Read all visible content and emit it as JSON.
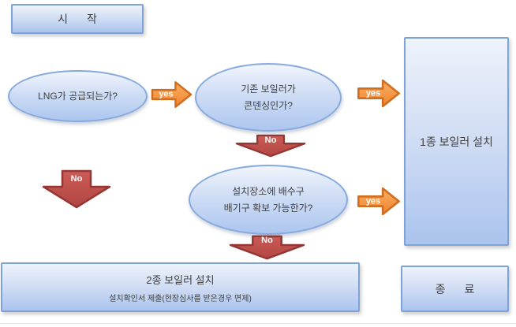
{
  "nodes": {
    "start": {
      "label": "시 작"
    },
    "lng_question": {
      "label": "LNG가 공급되는가?"
    },
    "condensing_question": {
      "line1": "기존 보일러가",
      "line2": "콘덴싱인가?"
    },
    "drain_question": {
      "line1": "설치장소에 배수구",
      "line2": "배기구 확보 가능한가?"
    },
    "type1_install": {
      "label": "1종 보일러 설치"
    },
    "type2_install": {
      "label": "2종 보일러 설치",
      "sublabel": "설치확인서 제출(현장심사를 받은경우 면제)"
    },
    "end": {
      "label": "종 료"
    }
  },
  "edges": {
    "lng_yes": {
      "label": "yes"
    },
    "condensing_yes": {
      "label": "yes"
    },
    "drain_yes": {
      "label": "yes"
    },
    "lng_no": {
      "label": "No"
    },
    "condensing_no": {
      "label": "No"
    },
    "drain_no": {
      "label": "No"
    }
  },
  "colors": {
    "node_border": "#7da3d8",
    "node_fill_top": "#eef3fb",
    "node_fill_bottom": "#abc4ee",
    "yes_arrow_fill": "#f6923f",
    "yes_arrow_border": "#cf6e20",
    "no_arrow_fill": "#c0504d",
    "no_arrow_border": "#943634",
    "text": "#3f3f3f",
    "arrow_label_text": "#ffffff"
  }
}
